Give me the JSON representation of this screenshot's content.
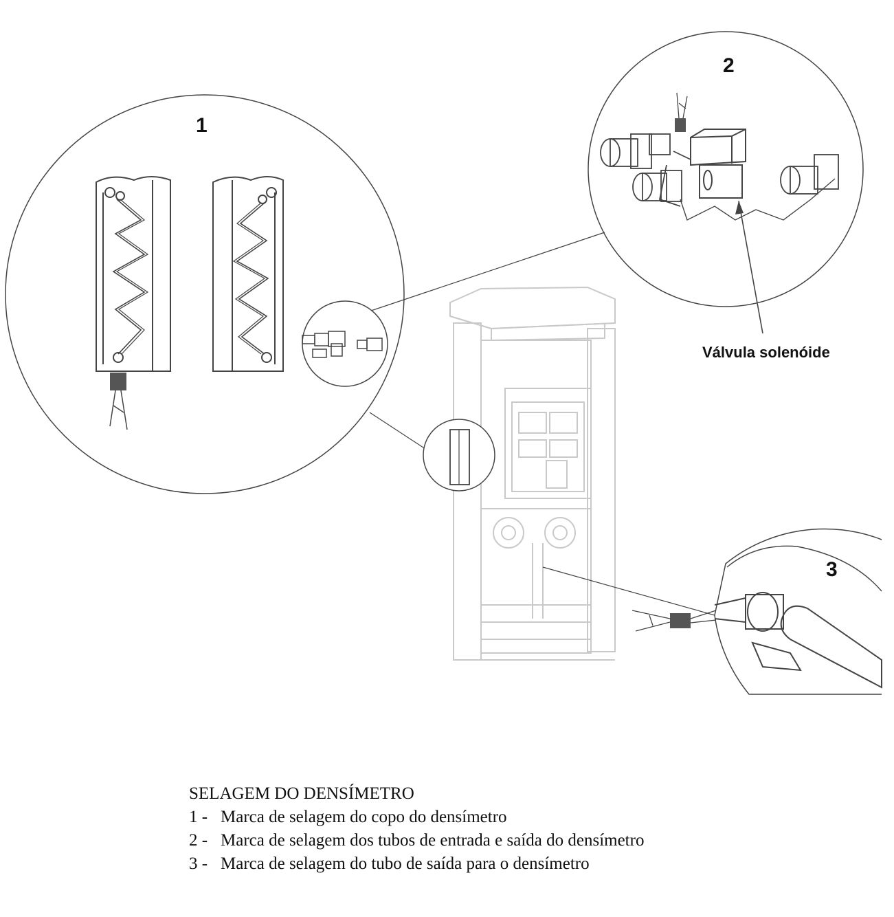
{
  "callouts": {
    "c1": "1",
    "c2": "2",
    "c3": "3"
  },
  "valve_label": "Válvula solenóide",
  "caption": {
    "title": "SELAGEM DO DENSÍMETRO",
    "items": [
      {
        "num": "1 -",
        "text": "Marca de selagem do copo do densímetro"
      },
      {
        "num": "2 -",
        "text": "Marca de selagem dos tubos de entrada e saída do densímetro"
      },
      {
        "num": "3 -",
        "text": "Marca de selagem do tubo de saída para o densímetro"
      }
    ]
  },
  "colors": {
    "line": "#444444",
    "light_line": "#c9c9c9",
    "seal": "#555555"
  }
}
